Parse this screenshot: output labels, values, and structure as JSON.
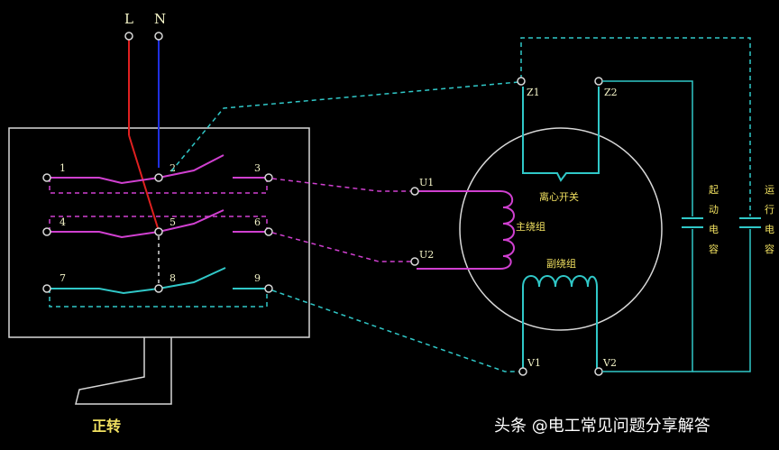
{
  "supply": {
    "line_label": "L",
    "neutral_label": "N"
  },
  "switch": {
    "terminals": [
      "1",
      "2",
      "3",
      "4",
      "5",
      "6",
      "7",
      "8",
      "9"
    ],
    "caption": "正转"
  },
  "motor": {
    "u1": "U1",
    "u2": "U2",
    "v1": "V1",
    "v2": "V2",
    "z1": "Z1",
    "z2": "Z2",
    "main_winding": "主绕组",
    "aux_winding": "副绕组",
    "centrifugal_switch": "离心开关"
  },
  "capacitors": {
    "start": [
      "起",
      "动",
      "电",
      "容"
    ],
    "run": [
      "运",
      "行",
      "电",
      "容"
    ]
  },
  "watermark": "头条 @电工常见问题分享解答",
  "colors": {
    "background": "#000000",
    "line_wire": "#e02020",
    "neutral_wire": "#2030e0",
    "magenta": "#d040d0",
    "cyan": "#30c8c8",
    "frame": "#d8d8d8",
    "label_yellow": "#f0e060"
  }
}
